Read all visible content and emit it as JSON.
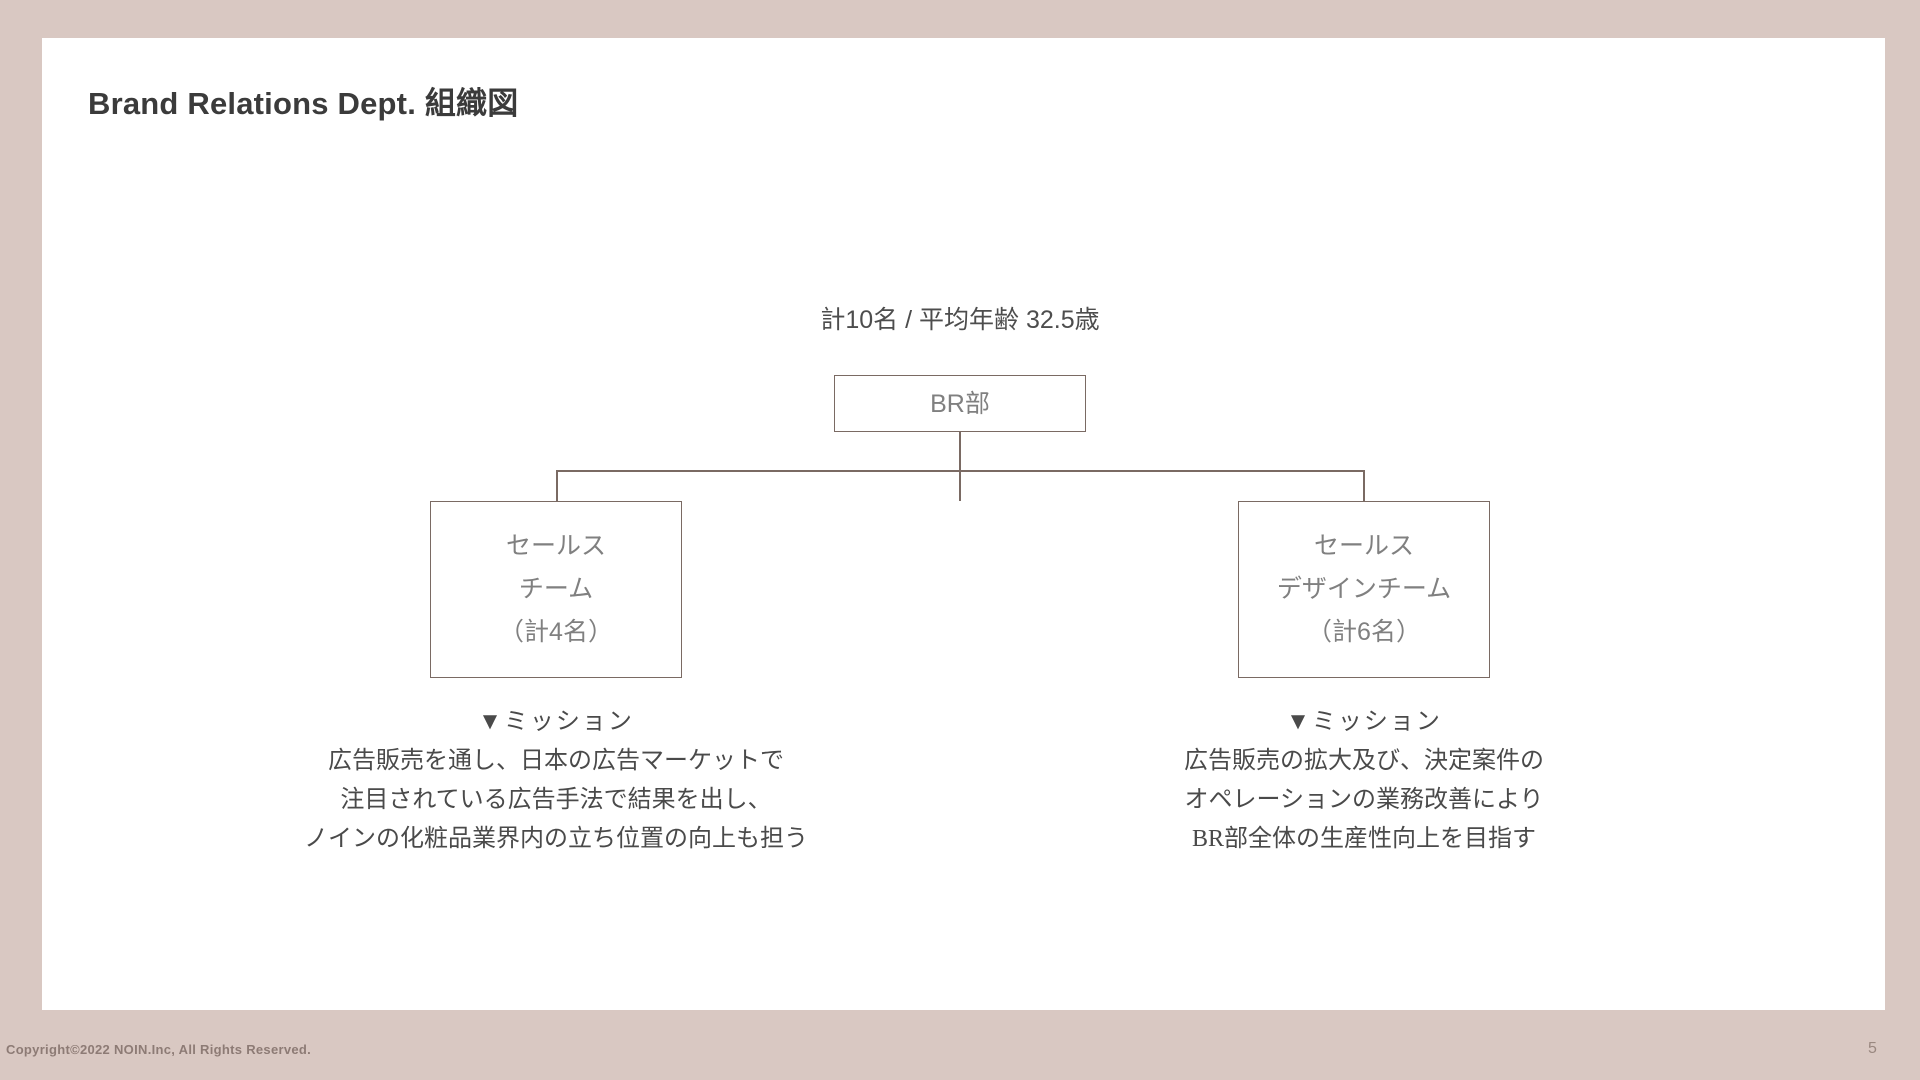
{
  "slide": {
    "title": "Brand Relations Dept. 組織図",
    "background_color": "#d9c8c2",
    "card_color": "#ffffff"
  },
  "org_chart": {
    "summary": "計10名 / 平均年齢 32.5歳",
    "border_color": "#7a6a63",
    "node_text_color": "#808080",
    "root": {
      "label": "BR部"
    },
    "children": [
      {
        "id": "sales",
        "lines": [
          "セールス",
          "チーム",
          "（計4名）"
        ],
        "mission": {
          "heading": "▼ミッション",
          "lines": [
            "広告販売を通し、日本の広告マーケットで",
            "注目されている広告手法で結果を出し、",
            "ノインの化粧品業界内の立ち位置の向上も担う"
          ]
        }
      },
      {
        "id": "design",
        "lines": [
          "セールス",
          "デザインチーム",
          "（計6名）"
        ],
        "mission": {
          "heading": "▼ミッション",
          "lines": [
            "広告販売の拡大及び、決定案件の",
            "オペレーションの業務改善により",
            "BR部全体の生産性向上を目指す"
          ]
        }
      }
    ]
  },
  "footer": {
    "copyright": "Copyright©2022 NOIN.Inc, All Rights Reserved.",
    "page_number": "5"
  }
}
